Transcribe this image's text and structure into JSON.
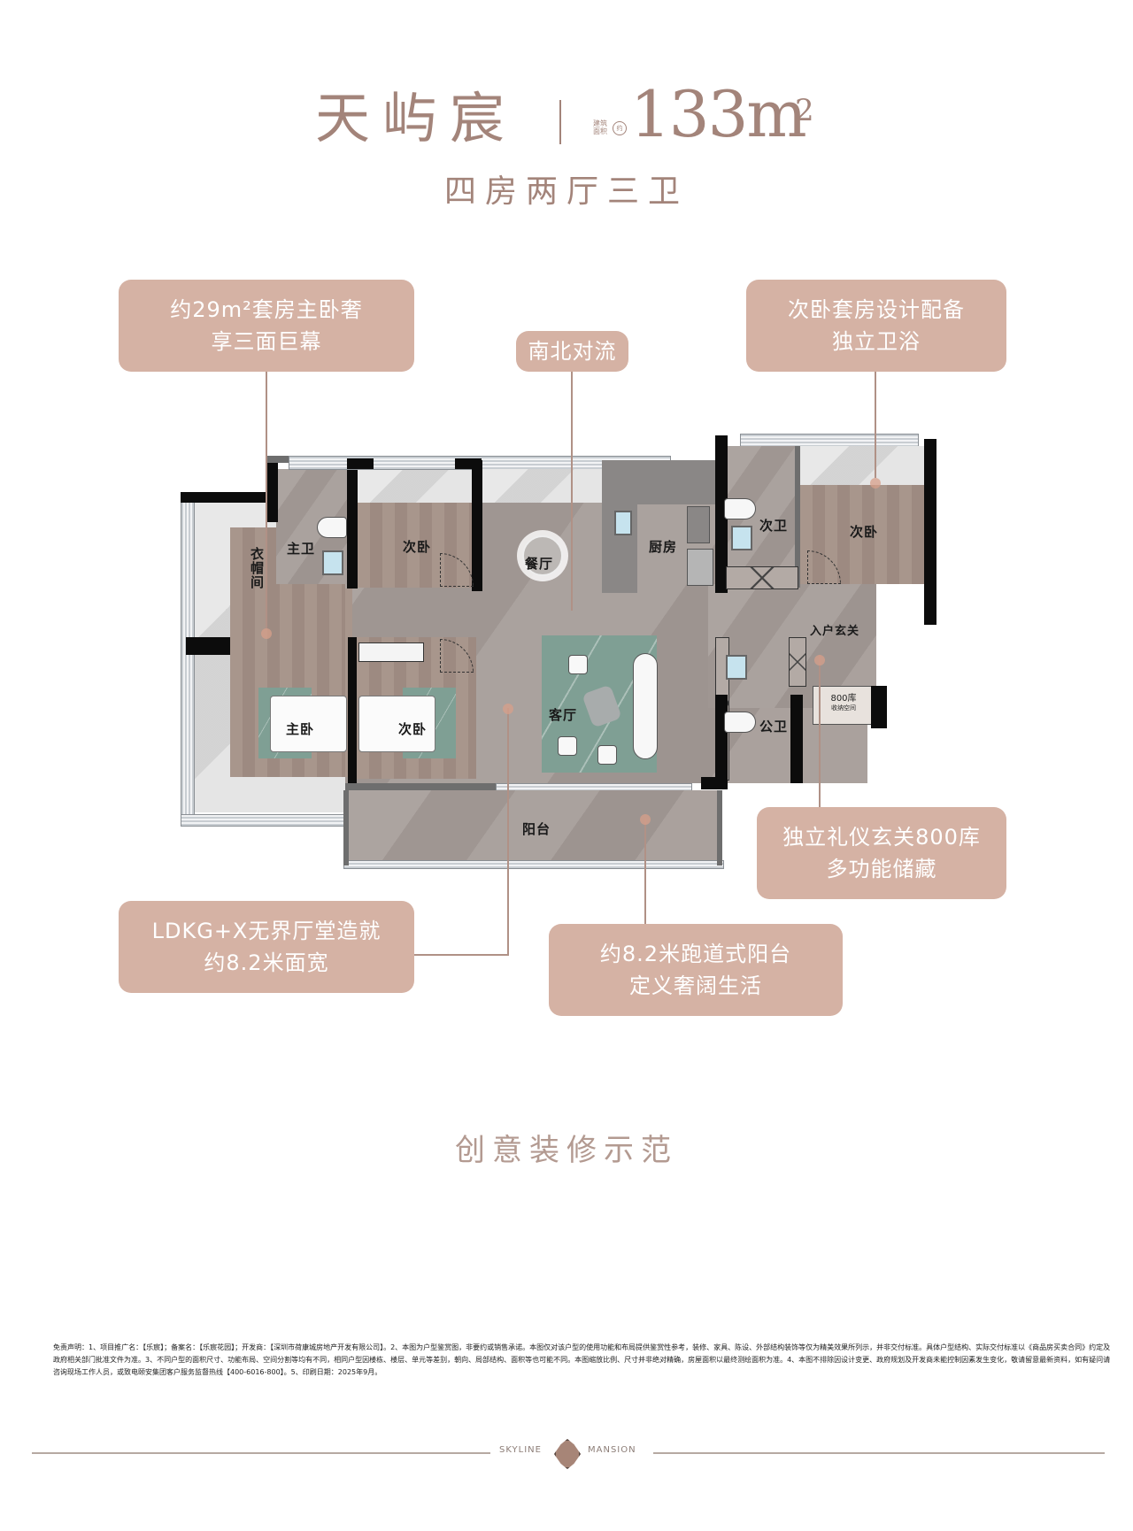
{
  "header": {
    "project_name": "天屿宸",
    "area_label": "建筑面积",
    "area_qualifier": "约",
    "area_value": "133m",
    "area_unit_sup": "2",
    "layout": "四房两厅三卫"
  },
  "callouts": {
    "master_suite": {
      "line1": "约29m²套房主卧奢",
      "line2": "享三面巨幕"
    },
    "cross_ventilation": {
      "line1": "南北对流"
    },
    "second_suite": {
      "line1": "次卧套房设计配备",
      "line2": "独立卫浴"
    },
    "foyer_storage": {
      "line1": "独立礼仪玄关800库",
      "line2": "多功能储藏"
    },
    "living_hall": {
      "line1": "LDKG+X无界厅堂造就",
      "line2": "约8.2米面宽"
    },
    "balcony": {
      "line1": "约8.2米跑道式阳台",
      "line2": "定义奢阔生活"
    }
  },
  "rooms": {
    "walk_in_closet": "衣帽间",
    "master_bath": "主卫",
    "second_bedroom_north": "次卧",
    "dining": "餐厅",
    "kitchen": "厨房",
    "second_bath": "次卫",
    "second_bedroom_suite": "次卧",
    "entrance_foyer": "入户玄关",
    "storage_800": "800库",
    "storage_800_sub": "收纳空间",
    "public_bath": "公卫",
    "master_bedroom": "主卧",
    "second_bedroom_south": "次卧",
    "living_room": "客厅",
    "balcony": "阳台"
  },
  "footer": {
    "caption": "创意装修示范",
    "disclaimer": "免责声明：1、项目推广名：【乐宸】；备案名：【乐宸花园】；开发商：【深圳市荷康城房地产开发有限公司】。2、本图为户型鉴赏图，非要约或销售承诺。本图仅对该户型的使用功能和布局提供鉴赏性参考，装修、家具、陈设、外部结构装饰等仅为精美效果所列示，并非交付标准。具体户型结构、实际交付标准以《商品房买卖合同》约定及政府相关部门批准文件为准。3、不同户型的面积尺寸、功能布局、空间分割等均有不同，相同户型因楼栋、楼层、单元等差别，朝向、局部结构、面积等也可能不同。本图缩放比例、尺寸并非绝对精确，房屋面积以最终测绘面积为准。4、本图不排除因设计变更、政府规划及开发商未能控制因素发生变化，敬请留意最新资料，如有疑问请咨询现场工作人员，或致电颐安集团客户服务监督热线【400-6016-800】。5、印刷日期：2025年9月。",
    "brand_left": "SKYLINE",
    "brand_right": "MANSION"
  },
  "colors": {
    "accent_text": "#a3847a",
    "callout_bg": "#d5b2a4",
    "leader_line": "#b09186"
  }
}
